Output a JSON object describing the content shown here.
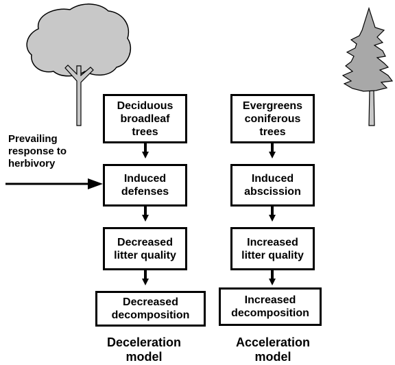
{
  "side_label": "Prevailing\nresponse to\nherbivory",
  "deceleration": {
    "boxes": [
      "Deciduous\nbroadleaf\ntrees",
      "Induced\ndefenses",
      "Decreased\nlitter quality",
      "Decreased\ndecomposition"
    ],
    "model_label": "Deceleration\nmodel"
  },
  "acceleration": {
    "boxes": [
      "Evergreens\nconiferous\ntrees",
      "Induced\nabscission",
      "Increased\nlitter quality",
      "Increased\ndecomposition"
    ],
    "model_label": "Acceleration\nmodel"
  },
  "icons": [
    "broadleaf-tree-icon",
    "conifer-tree-icon"
  ],
  "colors": {
    "tree_fill": "#c8c8c8",
    "stroke": "#000000",
    "background": "#ffffff"
  }
}
